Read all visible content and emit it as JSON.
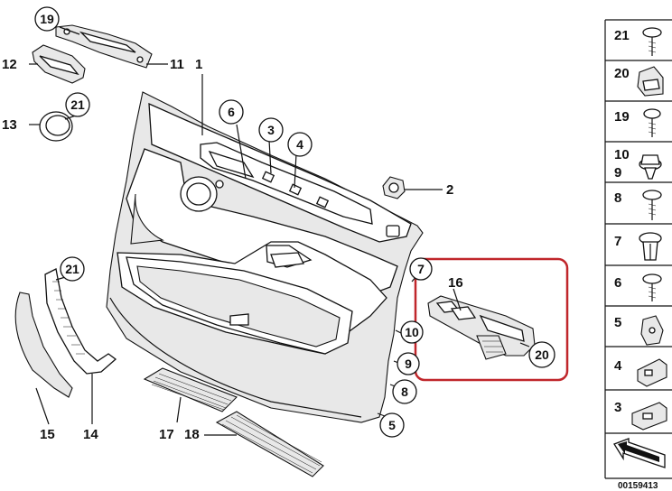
{
  "colors": {
    "ink": "#111111",
    "highlight": "#c0262b",
    "panel_fill": "#e6e6e6",
    "background": "#ffffff"
  },
  "diagram": {
    "callouts": [
      {
        "id": "c19",
        "label": "19",
        "circled": true
      },
      {
        "id": "c12",
        "label": "12",
        "circled": false
      },
      {
        "id": "c11",
        "label": "11",
        "circled": false
      },
      {
        "id": "c1",
        "label": "1",
        "circled": false
      },
      {
        "id": "c21a",
        "label": "21",
        "circled": true
      },
      {
        "id": "c13",
        "label": "13",
        "circled": false
      },
      {
        "id": "c6",
        "label": "6",
        "circled": true
      },
      {
        "id": "c3",
        "label": "3",
        "circled": true
      },
      {
        "id": "c4",
        "label": "4",
        "circled": true
      },
      {
        "id": "c2",
        "label": "2",
        "circled": false
      },
      {
        "id": "c21b",
        "label": "21",
        "circled": true
      },
      {
        "id": "c7",
        "label": "7",
        "circled": true
      },
      {
        "id": "c16",
        "label": "16",
        "circled": false
      },
      {
        "id": "c20",
        "label": "20",
        "circled": true
      },
      {
        "id": "c10",
        "label": "10",
        "circled": true
      },
      {
        "id": "c9",
        "label": "9",
        "circled": true
      },
      {
        "id": "c8",
        "label": "8",
        "circled": true
      },
      {
        "id": "c5",
        "label": "5",
        "circled": true
      },
      {
        "id": "c15",
        "label": "15",
        "circled": false
      },
      {
        "id": "c14",
        "label": "14",
        "circled": false
      },
      {
        "id": "c17",
        "label": "17",
        "circled": false
      },
      {
        "id": "c18",
        "label": "18",
        "circled": false
      }
    ]
  },
  "parts_column": {
    "items": [
      {
        "label": "21",
        "icon": "screw-icon"
      },
      {
        "label": "20",
        "icon": "clip-plate-icon"
      },
      {
        "label": "19",
        "icon": "screw-icon"
      },
      {
        "label": "10",
        "label2": "9",
        "icon": "expansion-nut-icon"
      },
      {
        "label": "8",
        "icon": "screw-icon"
      },
      {
        "label": "7",
        "icon": "push-rivet-icon"
      },
      {
        "label": "6",
        "icon": "screw-icon"
      },
      {
        "label": "5",
        "icon": "spring-nut-icon"
      },
      {
        "label": "4",
        "icon": "bracket-icon"
      },
      {
        "label": "3",
        "icon": "bracket-icon"
      },
      {
        "label": "",
        "icon": "arrow-icon"
      }
    ]
  },
  "reference_number": "00159413"
}
